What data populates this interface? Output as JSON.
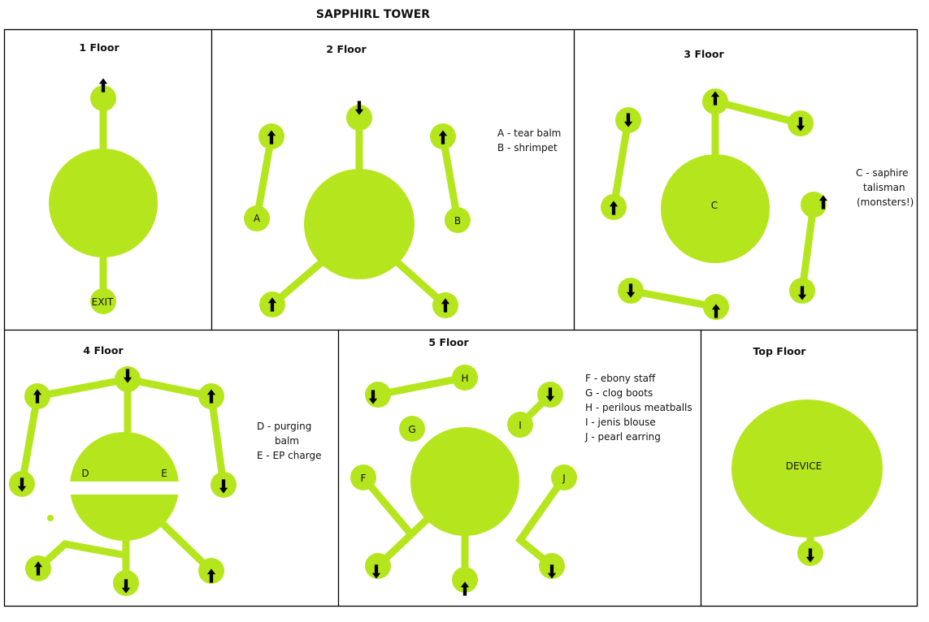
{
  "title": "SAPPHIRL TOWER",
  "colors": {
    "node": "#b5e61d",
    "arrow": "#000000",
    "border": "#000000"
  },
  "floors": [
    {
      "label": "1 Floor",
      "nodes": {
        "exit": "EXIT"
      }
    },
    {
      "label": "2 Floor",
      "nodes": {
        "a": "A",
        "b": "B"
      },
      "legend": [
        "A - tear balm",
        "B - shrimpet"
      ]
    },
    {
      "label": "3 Floor",
      "nodes": {
        "c": "C"
      },
      "legend": [
        "C - saphire",
        "talisman",
        "(monsters!)"
      ]
    },
    {
      "label": "4 Floor",
      "nodes": {
        "d": "D",
        "e": "E"
      },
      "legend": [
        "D - purging",
        "balm",
        "E - EP charge"
      ]
    },
    {
      "label": "5 Floor",
      "nodes": {
        "f": "F",
        "g": "G",
        "h": "H",
        "i": "I",
        "j": "J"
      },
      "legend": [
        "F - ebony staff",
        "G - clog boots",
        "H - perilous meatballs",
        "I - jenis blouse",
        "J - pearl earring"
      ]
    },
    {
      "label": "Top Floor",
      "nodes": {
        "device": "DEVICE"
      }
    }
  ],
  "icons": {
    "up": "arrow-up-icon",
    "down": "arrow-down-icon"
  }
}
